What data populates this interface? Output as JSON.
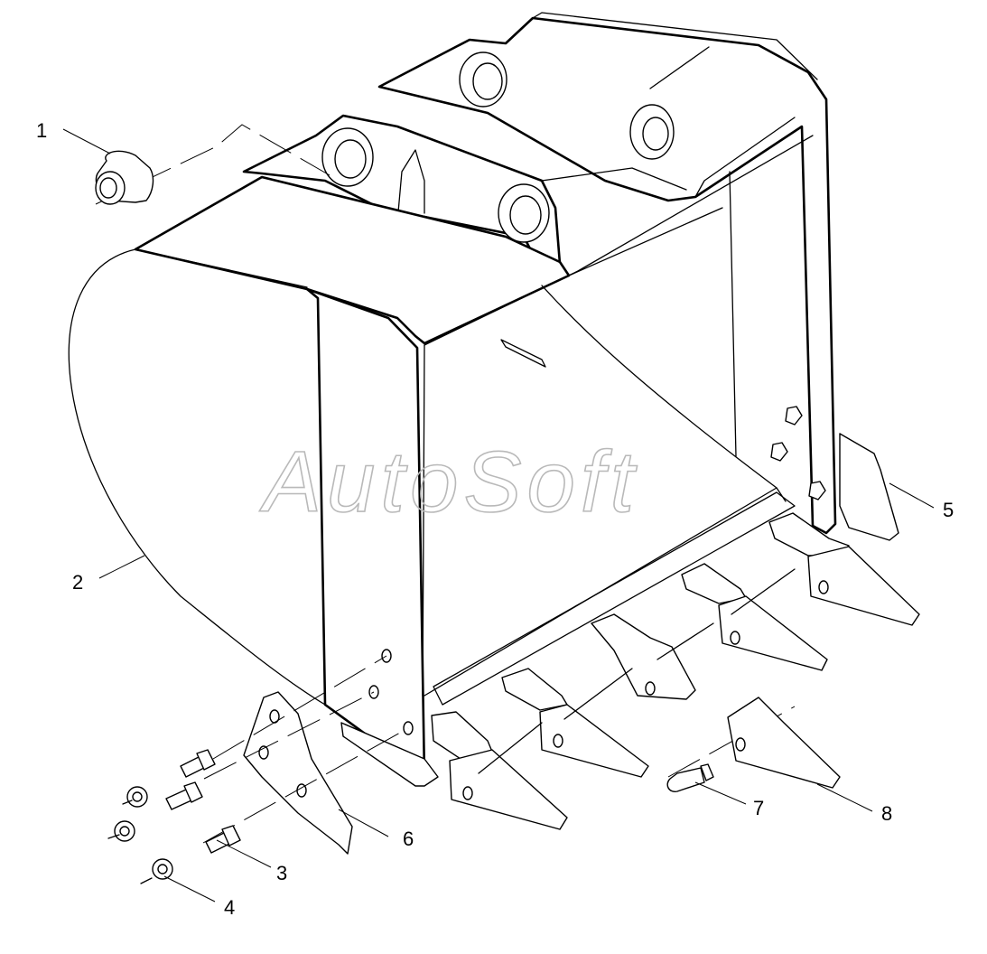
{
  "watermark": "AutoSoft",
  "callouts": [
    {
      "id": "1",
      "label": "1"
    },
    {
      "id": "2",
      "label": "2"
    },
    {
      "id": "3",
      "label": "3"
    },
    {
      "id": "4",
      "label": "4"
    },
    {
      "id": "5",
      "label": "5"
    },
    {
      "id": "6",
      "label": "6"
    },
    {
      "id": "7",
      "label": "7"
    },
    {
      "id": "8",
      "label": "8"
    }
  ],
  "colors": {
    "line": "#000000",
    "background": "#ffffff",
    "watermark": "#b9b9b9"
  }
}
